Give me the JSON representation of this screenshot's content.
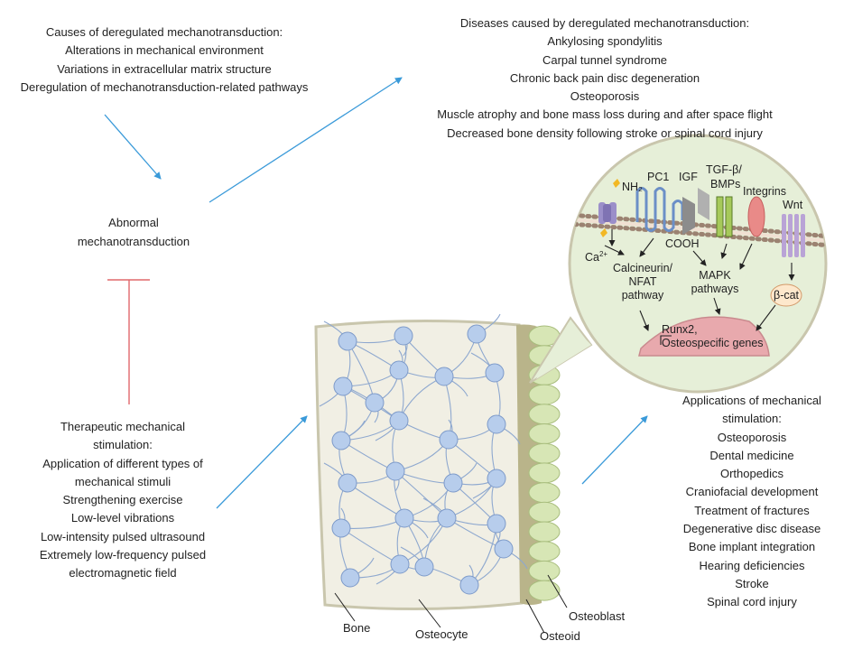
{
  "causes": {
    "title": "Causes of deregulated mechanotransduction:",
    "items": [
      "Alterations in mechanical environment",
      "Variations in extracellular matrix structure",
      "Deregulation of mechanotransduction-related pathways"
    ]
  },
  "diseases": {
    "title": "Diseases caused by deregulated mechanotransduction:",
    "items": [
      "Ankylosing spondylitis",
      "Carpal tunnel syndrome",
      "Chronic back pain disc degeneration",
      "Osteoporosis",
      "Muscle atrophy and bone mass loss during and after space flight",
      "Decreased bone density following stroke or spinal cord injury"
    ]
  },
  "abnormal": {
    "line1": "Abnormal",
    "line2": "mechanotransduction"
  },
  "therapeutic": {
    "lines": [
      "Therapeutic mechanical",
      "stimulation:",
      "Application of different types of",
      "mechanical stimuli",
      "Strengthening exercise",
      "Low-level vibrations",
      "Low-intensity pulsed ultrasound",
      "Extremely low-frequency pulsed",
      "electromagnetic field"
    ]
  },
  "applications": {
    "lines": [
      "Applications of mechanical",
      "stimulation:",
      "Osteoporosis",
      "Dental medicine",
      "Orthopedics",
      "Craniofacial development",
      "Treatment of fractures",
      "Degenerative disc disease",
      "Bone implant integration",
      "Hearing deficiencies",
      "Stroke",
      "Spinal cord injury"
    ]
  },
  "bone_labels": {
    "bone": "Bone",
    "osteocyte": "Osteocyte",
    "osteoid": "Osteoid",
    "osteoblast": "Osteoblast"
  },
  "cell": {
    "nh2": "NH₂",
    "pc1": "PC1",
    "igf": "IGF",
    "tgf1": "TGF-β/",
    "tgf2": "BMPs",
    "integrins": "Integrins",
    "wnt": "Wnt",
    "ca": "Ca",
    "ca_sup": "2+",
    "cooh": "COOH",
    "calcineurin1": "Calcineurin/",
    "calcineurin2": "NFAT",
    "calcineurin3": "pathway",
    "mapk1": "MAPK",
    "mapk2": "pathways",
    "bcat": "β-cat",
    "runx1": "Runx2,",
    "runx2": "Osteospecific genes"
  },
  "colors": {
    "arrow": "#3a9ad9",
    "inhibit": "#e0686c",
    "bone_fill": "#f1efe4",
    "bone_edge": "#c9c6ad",
    "osteocyte": "#b7cdec",
    "osteocyte_edge": "#7d9ac9",
    "osteoid": "#b9b48a",
    "osteoblast": "#d7e6b5",
    "cell_bg": "#e6efd8",
    "nucleus": "#e8a9ad"
  }
}
